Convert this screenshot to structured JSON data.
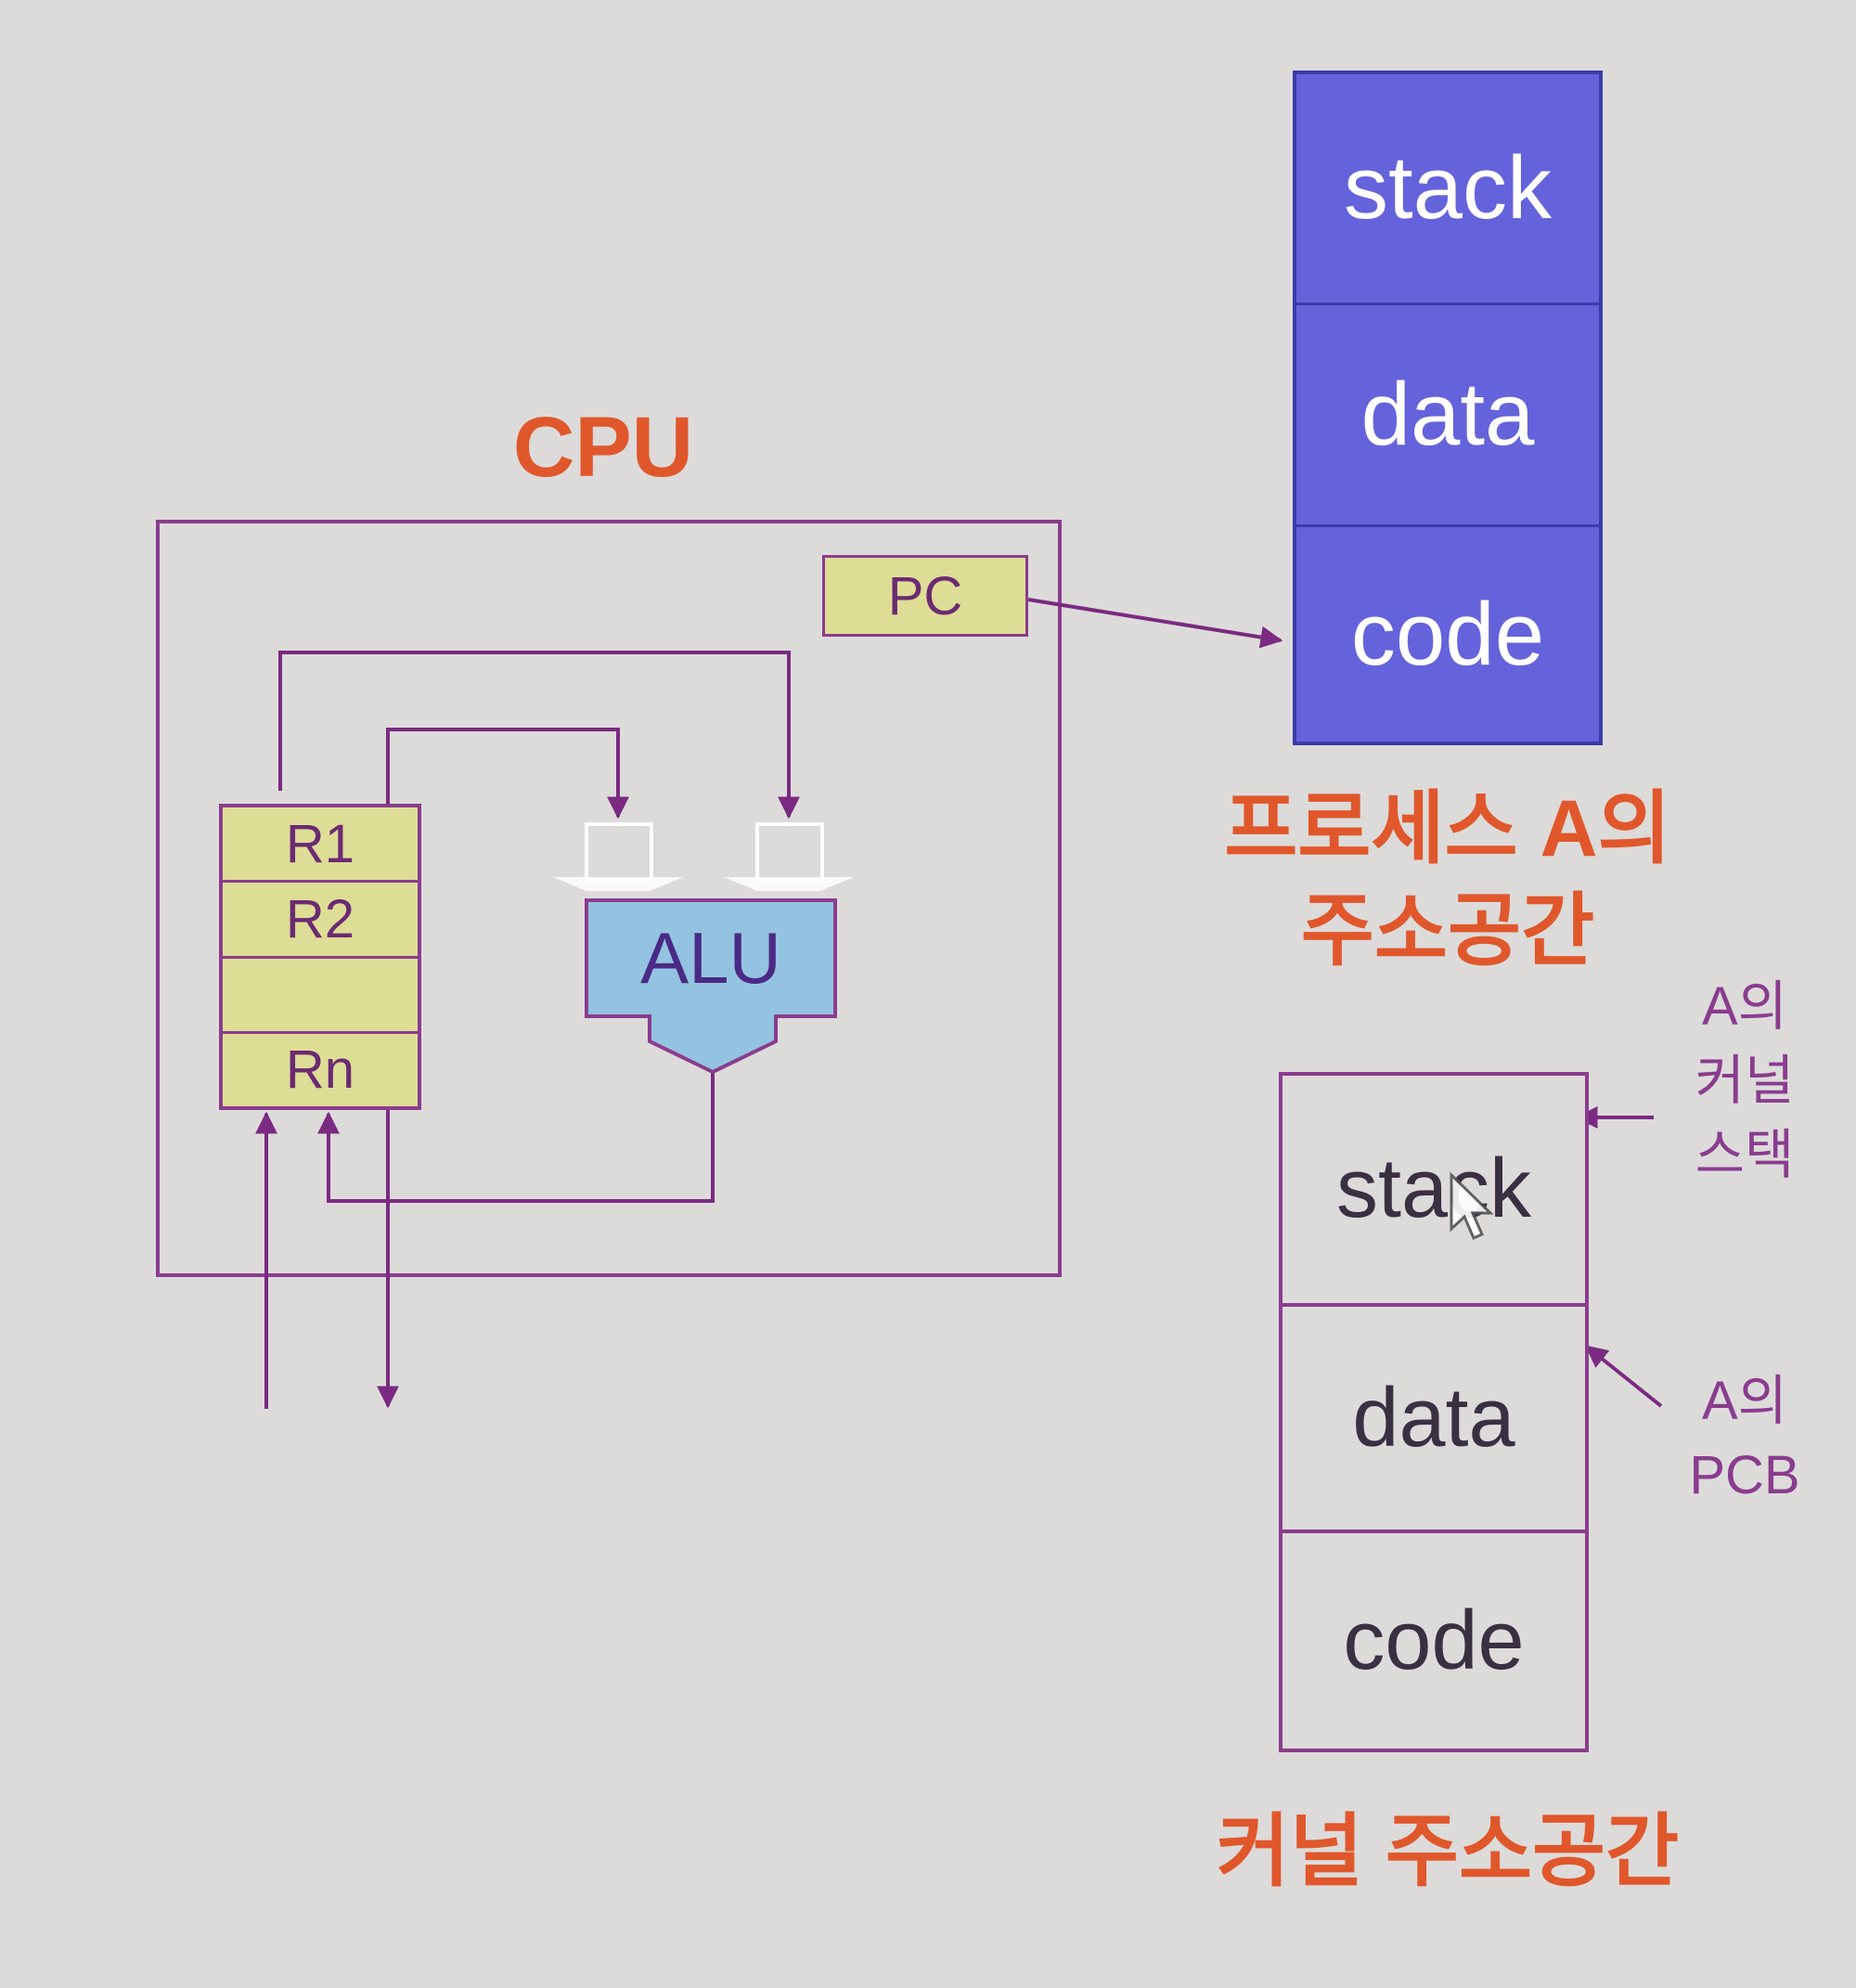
{
  "cpu": {
    "title": "CPU",
    "pc_label": "PC",
    "registers": [
      "R1",
      "R2",
      "",
      "Rn"
    ],
    "alu_label": "ALU"
  },
  "process_a": {
    "segments": [
      "stack",
      "data",
      "code"
    ],
    "caption_line1": "프로세스 A의",
    "caption_line2": "주소공간"
  },
  "kernel": {
    "segments": [
      "stack",
      "data",
      "code"
    ],
    "caption": "커널 주소공간",
    "note_kernel_stack": [
      "A의",
      "커널",
      "스택"
    ],
    "note_pcb": [
      "A의",
      "PCB"
    ]
  },
  "colors": {
    "background": "#dcdbda",
    "accent_orange": "#e0572b",
    "line_purple": "#8a3c8e",
    "segment_blue": "#6463dc",
    "register_yellow": "#dedd95",
    "alu_blue": "#93c3e0"
  }
}
